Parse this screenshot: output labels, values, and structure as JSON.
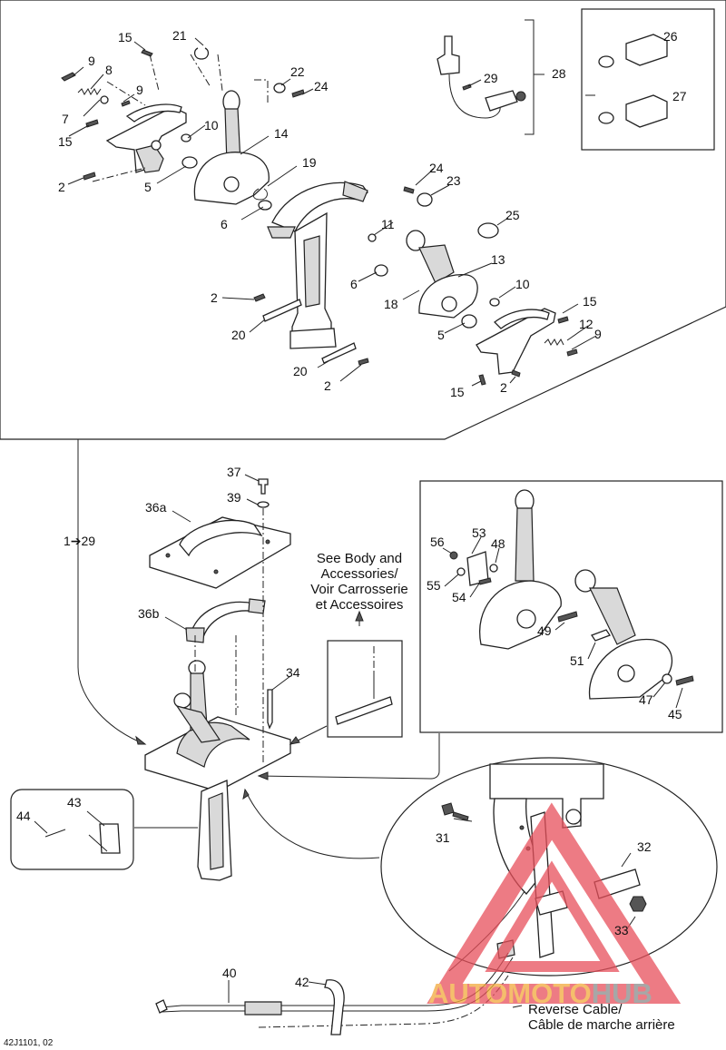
{
  "callouts": {
    "c1": "1➔29",
    "c2a": "2",
    "c2b": "2",
    "c2c": "2",
    "c2d": "2",
    "c5a": "5",
    "c5b": "5",
    "c6a": "6",
    "c6b": "6",
    "c7": "7",
    "c8": "8",
    "c9a": "9",
    "c9b": "9",
    "c9c": "9",
    "c10a": "10",
    "c10b": "10",
    "c11": "11",
    "c12": "12",
    "c13": "13",
    "c14": "14",
    "c15a": "15",
    "c15b": "15",
    "c15c": "15",
    "c15d": "15",
    "c18": "18",
    "c19": "19",
    "c20a": "20",
    "c20b": "20",
    "c21": "21",
    "c22": "22",
    "c23": "23",
    "c24a": "24",
    "c24b": "24",
    "c25": "25",
    "c26": "26",
    "c27": "27",
    "c28": "28",
    "c29": "29",
    "c31": "31",
    "c32": "32",
    "c33": "33",
    "c34": "34",
    "c36a": "36a",
    "c36b": "36b",
    "c37": "37",
    "c39": "39",
    "c40": "40",
    "c42": "42",
    "c43": "43",
    "c44": "44",
    "c45": "45",
    "c47": "47",
    "c48": "48",
    "c49": "49",
    "c51": "51",
    "c53": "53",
    "c54": "54",
    "c55": "55",
    "c56": "56"
  },
  "note_see_body": [
    "See Body and",
    "Accessories/",
    "Voir Carrosserie",
    "et Accessoires"
  ],
  "reverse_cable": [
    "Reverse Cable/",
    "Câble de marche arrière"
  ],
  "figure_code": "42J1101, 02",
  "watermark": {
    "brand_auto": "AUTO",
    "brand_moto": "MOTO",
    "brand_hub": "HUB",
    "colors": {
      "triangle": "#e8505b",
      "text_orange": "#f2a93b",
      "text_grey": "#8a8a8a"
    }
  }
}
